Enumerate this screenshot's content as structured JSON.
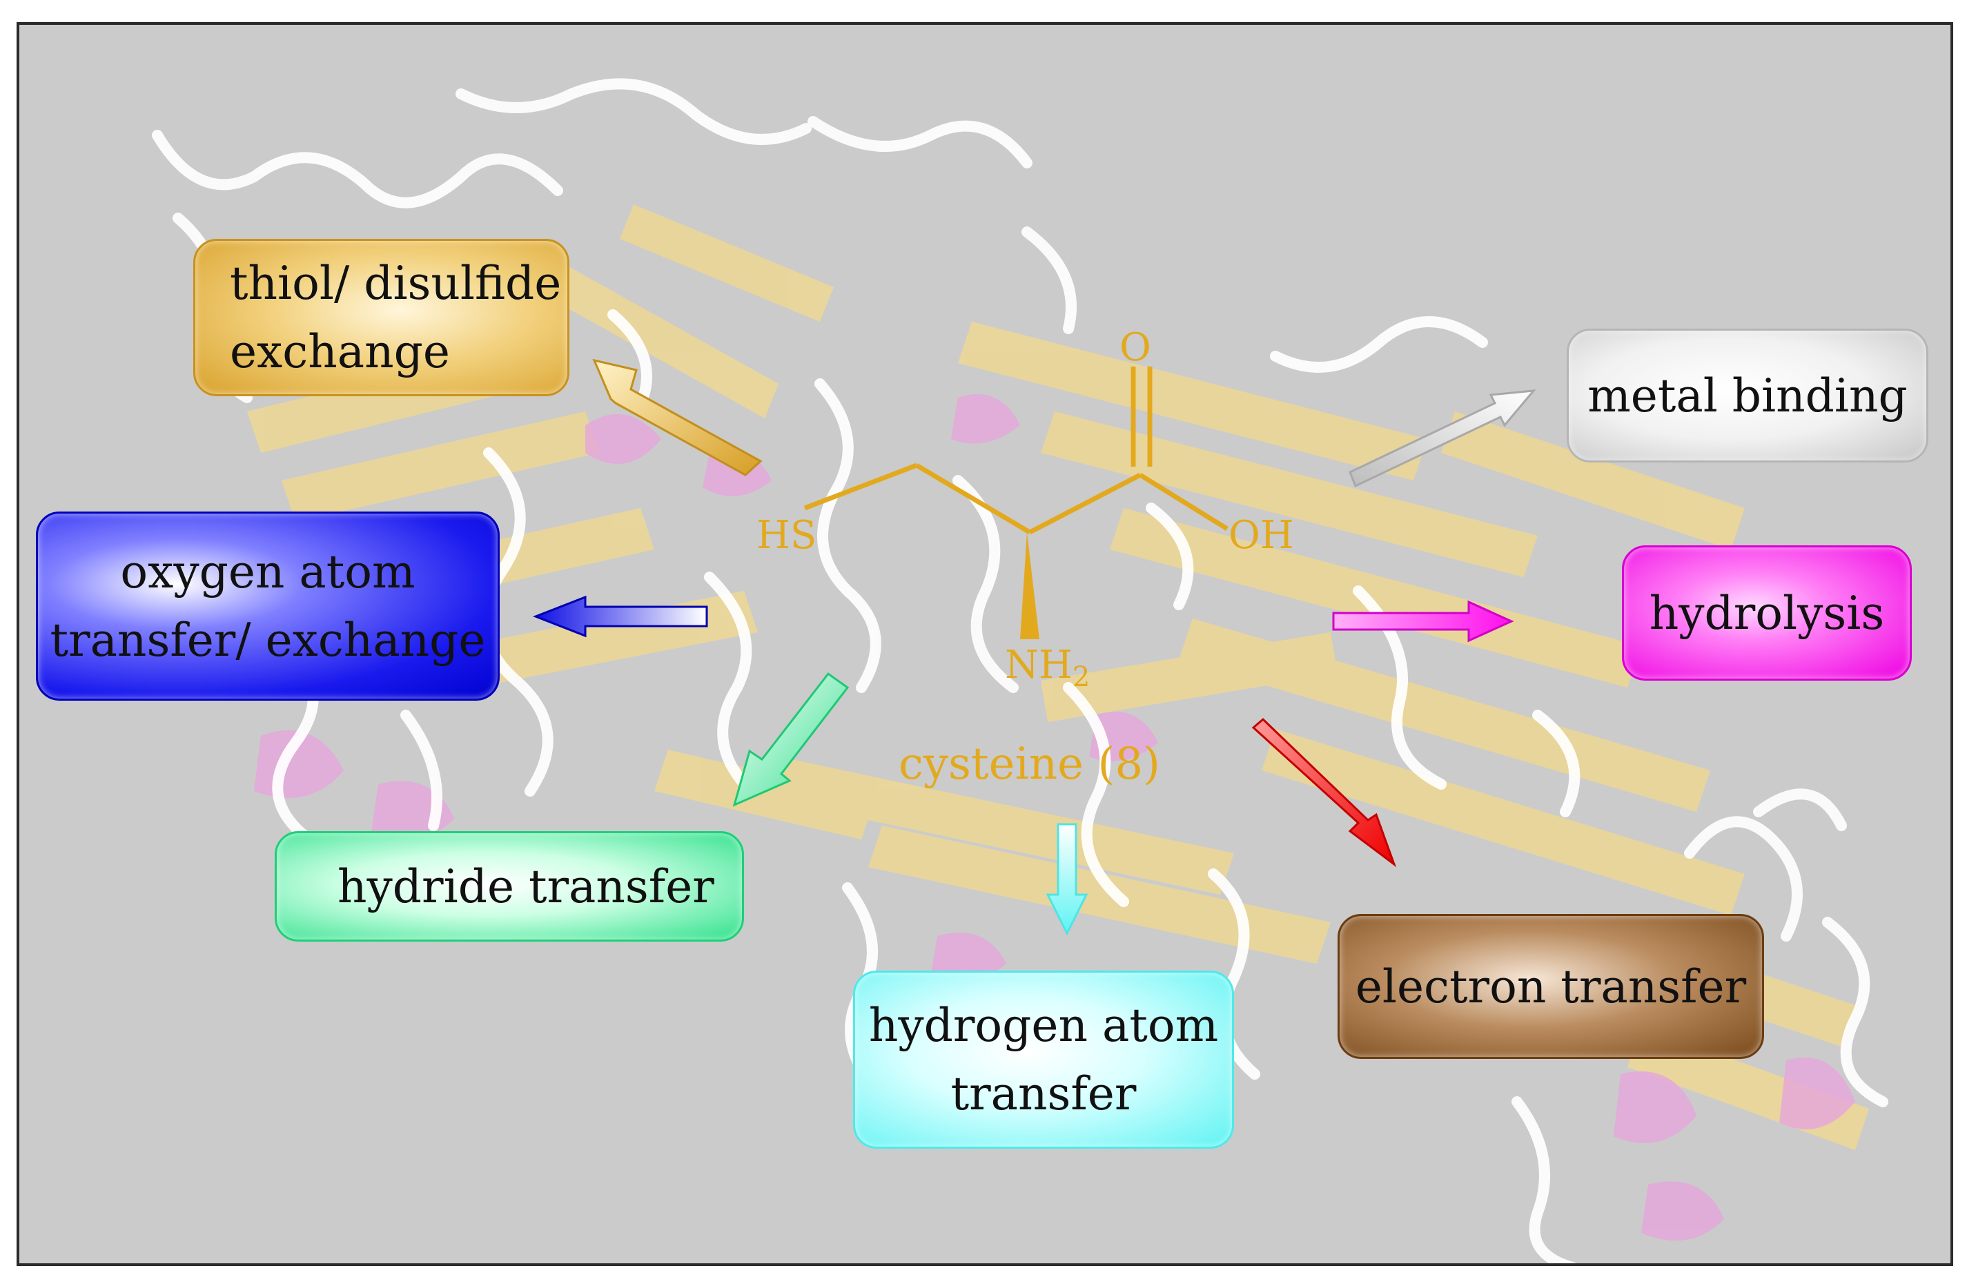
{
  "figure": {
    "center_label": "cysteine (8)",
    "molecule": {
      "carbonyl_oxygen": "O",
      "thiol": "HS",
      "hydroxyl": "OH",
      "amine": "NH",
      "amine_subscript": "2"
    },
    "boxes": [
      {
        "id": "thiol",
        "lines": [
          "thiol/ disulfide",
          "exchange"
        ],
        "color": "#e3a520"
      },
      {
        "id": "oxygen",
        "lines": [
          "oxygen atom",
          "transfer/ exchange"
        ],
        "color": "#1010f0"
      },
      {
        "id": "hydride",
        "lines": [
          "hydride transfer"
        ],
        "color": "#33e38f"
      },
      {
        "id": "hydrogen",
        "lines": [
          "hydrogen atom",
          "transfer"
        ],
        "color": "#66f4f4"
      },
      {
        "id": "metal",
        "lines": [
          "metal binding"
        ],
        "color": "#d6d6d6"
      },
      {
        "id": "hydrolysis",
        "lines": [
          "hydrolysis"
        ],
        "color": "#ff1aee"
      },
      {
        "id": "electron",
        "lines": [
          "electron transfer"
        ],
        "color": "#8a5423"
      }
    ],
    "colors": {
      "background": "#cbcbcb",
      "molecule": "#e3a91e",
      "ribbon": "#f5dd97",
      "helix": "#e9a6df",
      "coil": "#ffffff"
    }
  }
}
